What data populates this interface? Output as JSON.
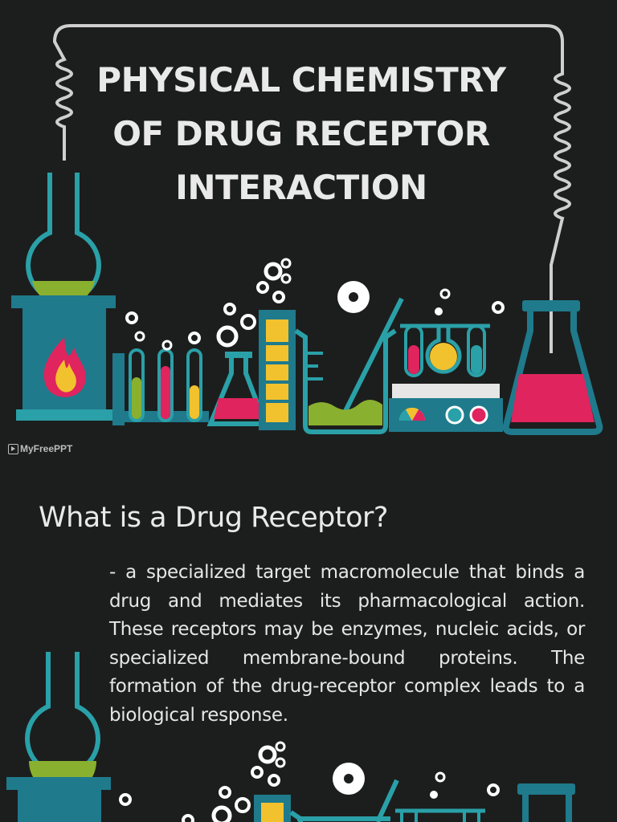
{
  "slide1": {
    "title_lines": [
      "PHYSICAL CHEMISTRY",
      "OF DRUG RECEPTOR",
      "INTERACTION"
    ],
    "watermark": "MyFreePPT"
  },
  "slide2": {
    "heading": "What is a Drug Receptor?",
    "body": "- a specialized target macromolecule that binds a drug and mediates its pharmacological action. These receptors may be enzymes, nucleic acids, or specialized membrane-bound proteins. The formation of the drug-receptor complex leads to a biological response."
  },
  "colors": {
    "background": "#1c1e1d",
    "teal": "#1f7a8c",
    "teal_light": "#2aa0a8",
    "pink": "#e0245e",
    "yellow": "#f2c12e",
    "green": "#8ab02f",
    "white": "#ffffff",
    "wire": "#cfcfcf"
  }
}
